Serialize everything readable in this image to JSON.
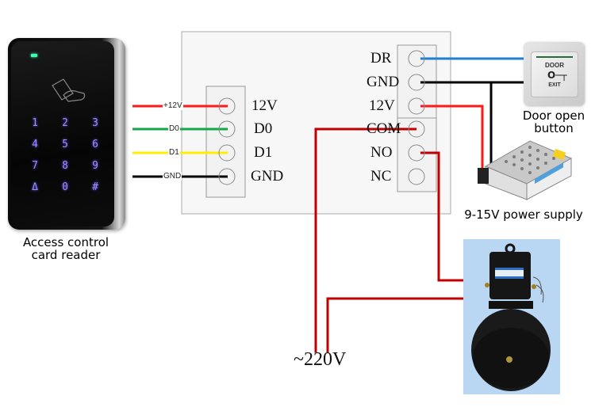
{
  "title": "Access control wiring diagram",
  "card_reader": {
    "label_line1": "Access control",
    "label_line2": "card reader",
    "keypad": [
      "1",
      "2",
      "3",
      "4",
      "5",
      "6",
      "7",
      "8",
      "9",
      "Δ",
      "0",
      "#"
    ],
    "icon": "hand-card-icon"
  },
  "reader_wires": [
    {
      "label": "+12V",
      "color": "#ff1a1a"
    },
    {
      "label": "D0",
      "color": "#12a84a"
    },
    {
      "label": "D1",
      "color": "#ffee00"
    },
    {
      "label": "GND",
      "color": "#000000"
    }
  ],
  "controller": {
    "left_terminals": [
      "12V",
      "D0",
      "D1",
      "GND"
    ],
    "right_terminals_top": [
      "DR",
      "GND",
      "12V"
    ],
    "right_terminals_bottom": [
      "COM",
      "NO",
      "NC"
    ]
  },
  "door_button": {
    "label_line1": "Door open",
    "label_line2": "button",
    "face_text_top": "DOOR",
    "face_text_bottom": "EXIT",
    "icon": "key-icon"
  },
  "power_supply": {
    "label": "9-15V power supply"
  },
  "mains": {
    "label": "~220V"
  },
  "bell": {
    "icon": "electric-bell-icon"
  },
  "colors": {
    "red": "#ff1a1a",
    "dark_red": "#c00000",
    "green": "#12a84a",
    "yellow": "#ffee00",
    "black": "#000000",
    "blue": "#1f7fd0",
    "bell_bg": "#b9d6f2"
  }
}
